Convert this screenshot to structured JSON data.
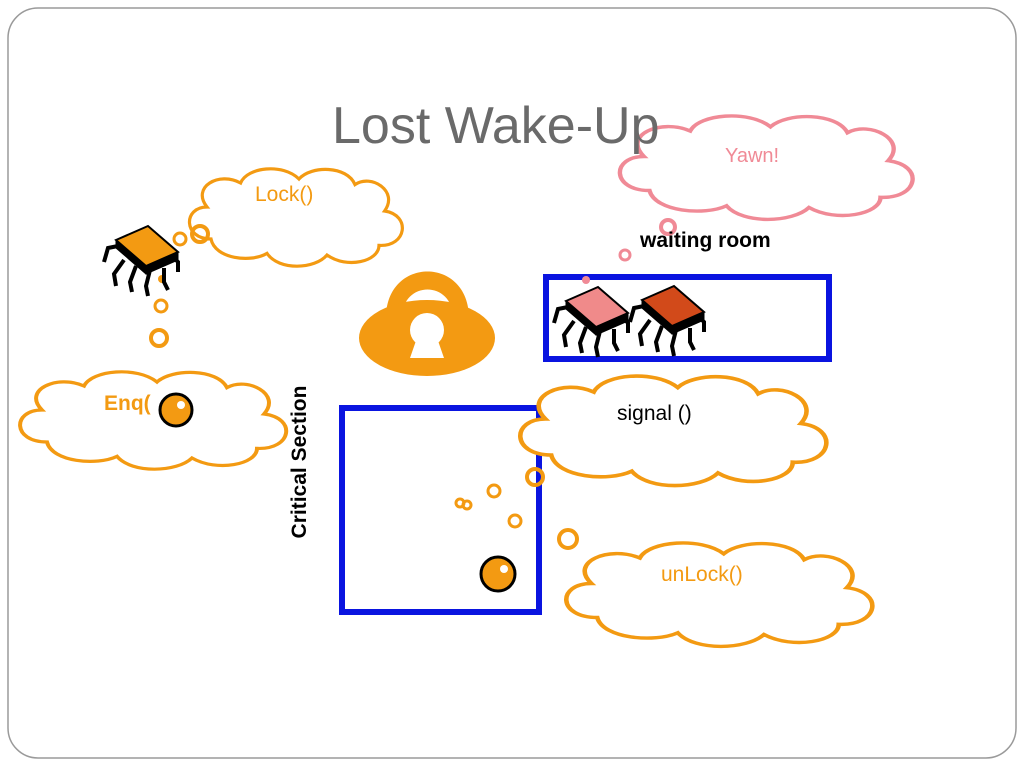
{
  "slide": {
    "title": "Lost Wake-Up",
    "labels": {
      "yawn": "Yawn!",
      "lock_call": "Lock()",
      "enq_call": "Enq(",
      "signal_call": "signal ()",
      "unlock_call": "unLock()",
      "waiting_room": "waiting room",
      "critical_section": "Critical Section"
    },
    "colors": {
      "title": "#6a6a6a",
      "orange": "#f39a12",
      "pink": "#f08a96",
      "blue": "#0a14e0",
      "bug_orange": "#f39a12",
      "bug_pink": "#f08a8a",
      "bug_red": "#d24a1a"
    },
    "icons": [
      "padlock-icon",
      "bug-icon",
      "token-icon",
      "thought-bubble-icon"
    ]
  }
}
